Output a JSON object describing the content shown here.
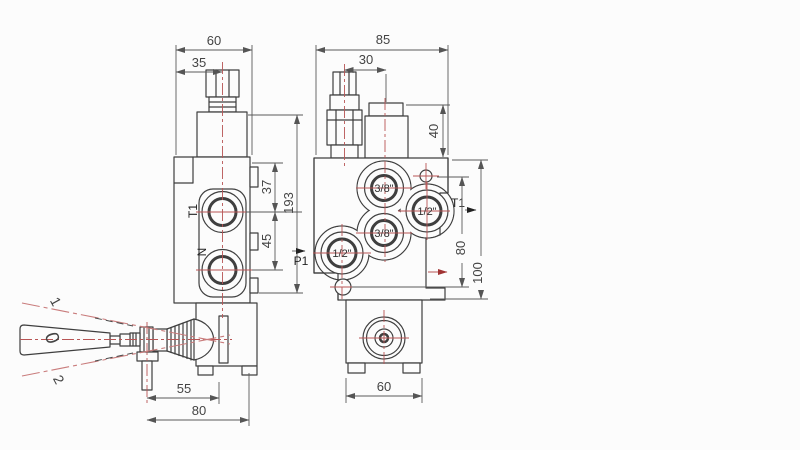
{
  "drawing": {
    "type": "hydraulic-valve-dimensional-drawing",
    "colors": {
      "background": "#fcfcfc",
      "outline": "#3f3f3f",
      "dimension": "#5a5a5a",
      "centerline_red": "#b85555",
      "lever_fan_red": "#c97c7c",
      "arrow_red": "#a03333"
    },
    "side_view": {
      "ports": {
        "t1": "T1",
        "n": "N"
      },
      "lever_positions": {
        "up": "1",
        "neutral": "0",
        "down": "2"
      },
      "dims": {
        "width_total": "60",
        "spool_axis_offset": "35",
        "top_to_t1": "37",
        "t1_to_n": "45",
        "height_total": "193",
        "rod_to_pivot": "55",
        "rod_to_body": "80"
      }
    },
    "front_view": {
      "ports": {
        "top": "3/8\"",
        "right": "1/2\"",
        "middle": "3/8\"",
        "bottom_left": "1/2\""
      },
      "flow_labels": {
        "inlet": "P1",
        "tank": "T1"
      },
      "dims": {
        "width_total": "85",
        "relief_to_spool": "30",
        "cap_height": "40",
        "hole_spacing": "80",
        "top_to_base": "100",
        "base_width": "60"
      }
    }
  }
}
